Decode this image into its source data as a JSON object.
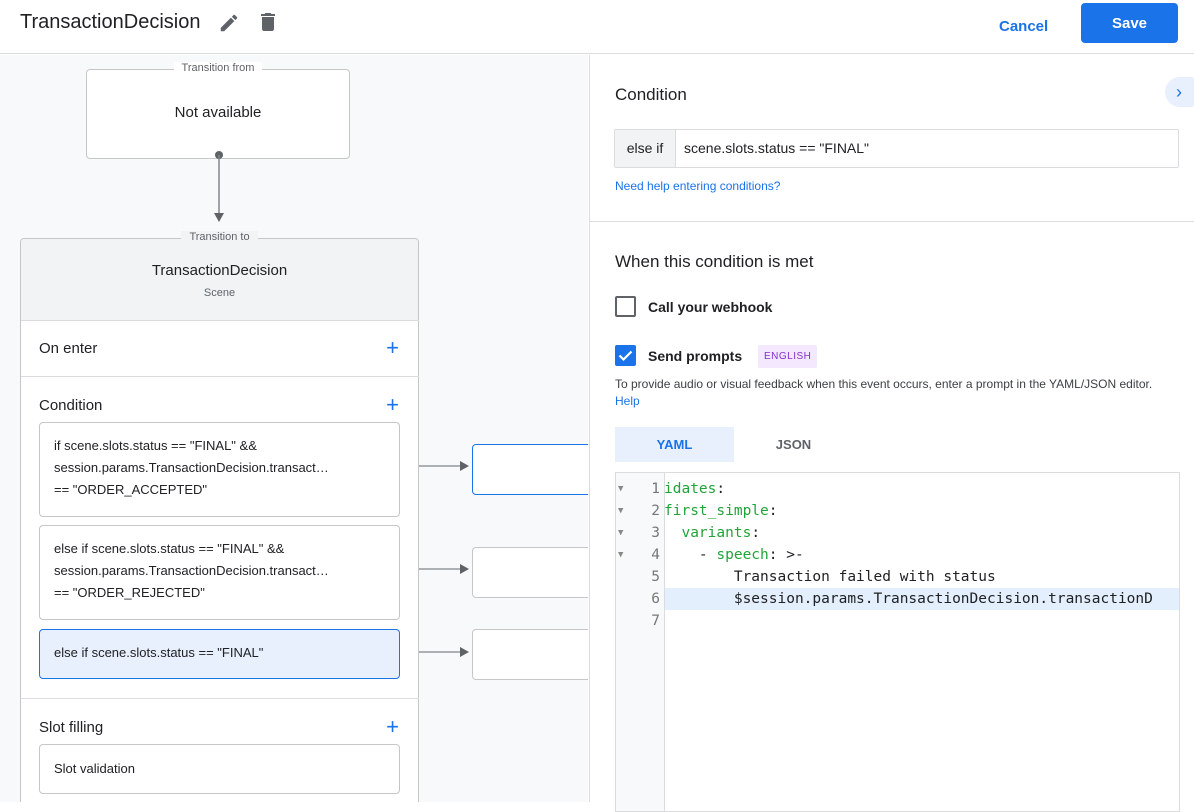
{
  "header": {
    "title": "TransactionDecision",
    "cancel_label": "Cancel",
    "save_label": "Save"
  },
  "canvas": {
    "transition_from": {
      "legend": "Transition from",
      "value": "Not available"
    },
    "transition_to": {
      "legend": "Transition to",
      "scene_name": "TransactionDecision",
      "scene_type": "Scene"
    },
    "sections": {
      "on_enter": "On enter",
      "condition": "Condition",
      "slot_filling": "Slot filling",
      "slot_validation": "Slot validation"
    },
    "conditions": [
      {
        "line1": "if scene.slots.status == \"FINAL\" &&",
        "line2": "session.params.TransactionDecision.transact…",
        "line3": "== \"ORDER_ACCEPTED\""
      },
      {
        "line1": "else if scene.slots.status == \"FINAL\" &&",
        "line2": "session.params.TransactionDecision.transact…",
        "line3": "== \"ORDER_REJECTED\""
      },
      {
        "line1": "else if scene.slots.status == \"FINAL\""
      }
    ]
  },
  "panel": {
    "condition_heading": "Condition",
    "condition_prefix": "else if",
    "condition_value": "scene.slots.status == \"FINAL\"",
    "help_link": "Need help entering conditions?",
    "met_heading": "When this condition is met",
    "webhook_label": "Call your webhook",
    "webhook_checked": false,
    "prompts_label": "Send prompts",
    "prompts_checked": true,
    "language_badge": "ENGLISH",
    "prompt_desc": "To provide audio or visual feedback when this event occurs, enter a prompt in the YAML/JSON editor.",
    "prompt_help": "Help",
    "tabs": [
      {
        "label": "YAML",
        "active": true
      },
      {
        "label": "JSON",
        "active": false
      }
    ],
    "code_lines": [
      {
        "n": "1",
        "key": "idates",
        "rest": ":"
      },
      {
        "n": "2",
        "key": "first_simple",
        "rest": ":"
      },
      {
        "n": "3",
        "indent": "  ",
        "key": "variants",
        "rest": ":"
      },
      {
        "n": "4",
        "indent": "    - ",
        "key": "speech",
        "rest": ": >-"
      },
      {
        "n": "5",
        "text": "        Transaction failed with status"
      },
      {
        "n": "6",
        "text": "        $session.params.TransactionDecision.transactionD"
      },
      {
        "n": "7",
        "text": ""
      }
    ]
  },
  "colors": {
    "accent": "#1a73e8",
    "code_key": "#22a33a",
    "selected_bg": "#e8f0fe",
    "badge_bg": "#f3e8fd",
    "badge_text": "#8430ce"
  }
}
